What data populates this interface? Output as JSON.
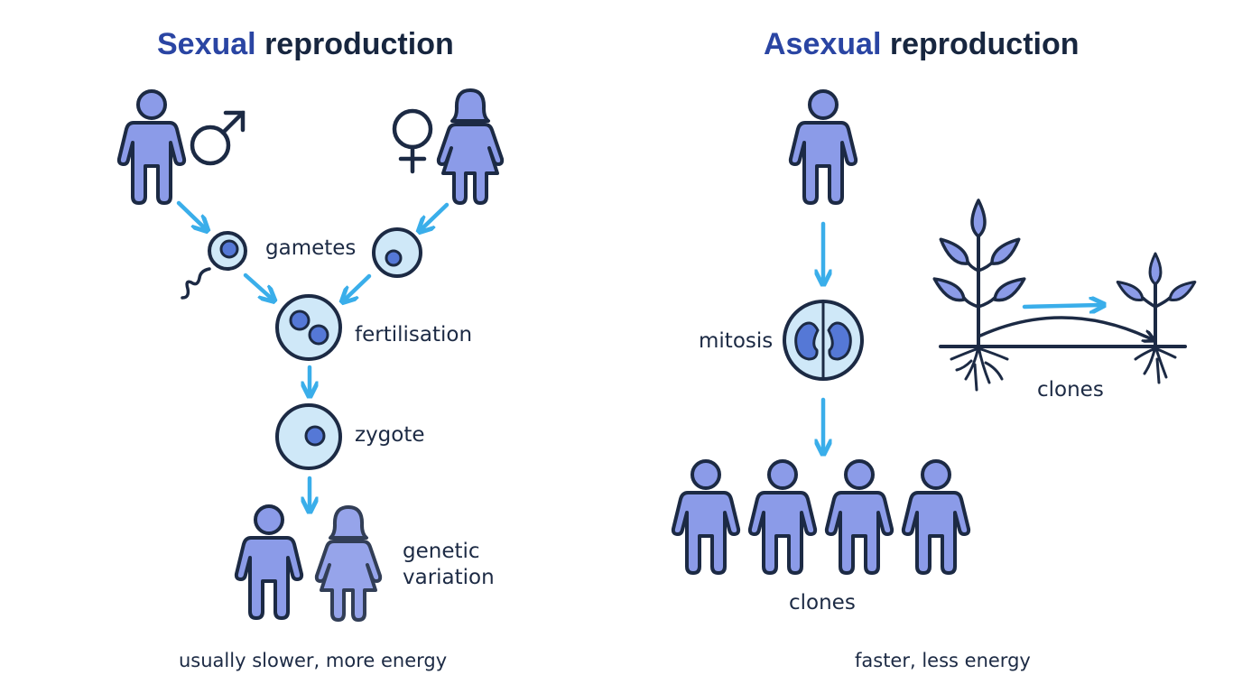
{
  "sexual": {
    "title_accent": "Sexual",
    "title_rest": " reproduction",
    "label_gametes": "gametes",
    "label_fertilisation": "fertilisation",
    "label_zygote": "zygote",
    "label_variation_line1": "genetic",
    "label_variation_line2": "variation",
    "footer": "usually slower, more energy"
  },
  "asexual": {
    "title_accent": "Asexual",
    "title_rest": " reproduction",
    "label_mitosis": "mitosis",
    "label_clones_plant": "clones",
    "label_clones_people": "clones",
    "footer": "faster, less energy"
  },
  "colors": {
    "accent": "#2a45a3",
    "outline": "#1c2a44",
    "person_fill": "#8b9be8",
    "person_fill_light": "#b9c3f0",
    "cell_fill": "#cfe8f8",
    "nucleus_fill": "#5578d6",
    "arrow": "#3aaeea",
    "leaf": "#8b9be8"
  },
  "icons": {
    "male_symbol": "male-symbol-icon",
    "female_symbol": "female-symbol-icon",
    "person": "person-icon",
    "cell": "cell-icon",
    "plant": "plant-icon"
  }
}
